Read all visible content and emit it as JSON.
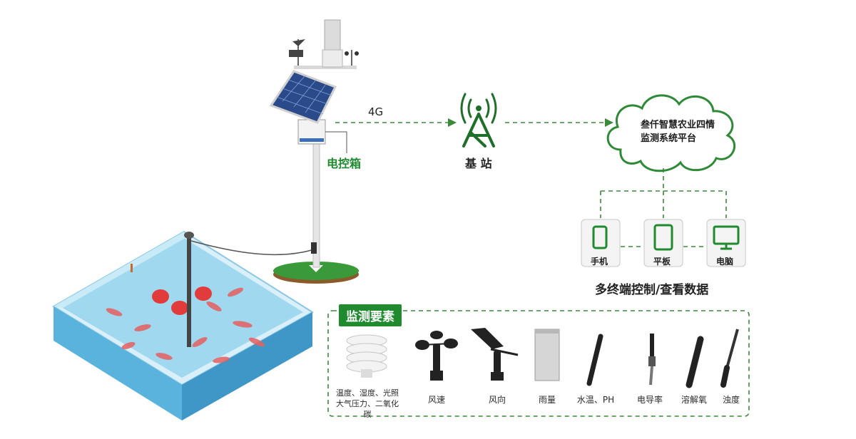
{
  "labels": {
    "link": "4G",
    "base_station": "基 站",
    "control_box": "电控箱",
    "platform_line1": "叁仟智慧农业四情",
    "platform_line2": "监测系统平台",
    "multi_terminal": "多终端控制/查看数据",
    "elements_title": "监测要素"
  },
  "terminals": [
    {
      "label": "手机"
    },
    {
      "label": "平板"
    },
    {
      "label": "电脑"
    }
  ],
  "sensors": [
    {
      "label": "温度、湿度、光照\n大气压力、二氧化碳"
    },
    {
      "label": "风速"
    },
    {
      "label": "风向"
    },
    {
      "label": "雨量"
    },
    {
      "label": "水温、PH"
    },
    {
      "label": "电导率"
    },
    {
      "label": "溶解氧"
    },
    {
      "label": "浊度"
    }
  ],
  "colors": {
    "accent": "#1f8a2e",
    "dash": "#3a8a3a",
    "pool_water": "#7fc8e6",
    "pool_wall": "#5aa7cf"
  }
}
